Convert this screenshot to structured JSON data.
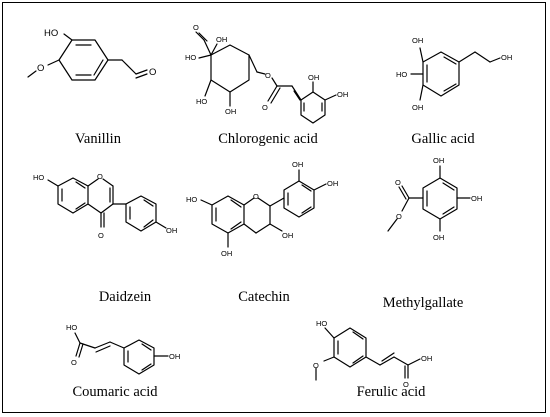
{
  "molecules": [
    {
      "name": "Vanillin",
      "labels": {
        "oh": "HO",
        "o1": "O",
        "o2": "O"
      }
    },
    {
      "name": "Chlorogenic acid",
      "labels": {
        "o_ring": "O",
        "ho_acid": "HO",
        "oh_ring": "OH",
        "ho1": "HO",
        "oh2": "OH",
        "o_link": "O",
        "oh_ar1": "OH",
        "oh_ar2": "OH",
        "o_carbonyl": "O"
      }
    },
    {
      "name": "Gallic acid",
      "labels": {
        "oh_top": "OH",
        "ho_left": "HO",
        "oh_bottom": "OH",
        "oh_chain": "OH"
      }
    },
    {
      "name": "Daidzein",
      "labels": {
        "ho": "HO",
        "o_ring": "O",
        "o_keto": "O",
        "oh": "OH"
      }
    },
    {
      "name": "Catechin",
      "labels": {
        "ho_left": "HO",
        "o_ring": "O",
        "oh_ring": "OH",
        "oh_bottom": "OH",
        "oh_top": "OH",
        "oh_right": "OH"
      }
    },
    {
      "name": "Methylgallate",
      "labels": {
        "o_carbonyl": "O",
        "o_ester": "O",
        "oh_top": "OH",
        "oh_right": "OH",
        "oh_bottom": "OH"
      }
    },
    {
      "name": "Coumaric acid",
      "labels": {
        "ho": "HO",
        "o": "O",
        "oh": "OH"
      }
    },
    {
      "name": "Ferulic acid",
      "labels": {
        "ho": "HO",
        "o_meo": "O",
        "o_carbonyl": "O",
        "oh": "OH"
      }
    }
  ]
}
